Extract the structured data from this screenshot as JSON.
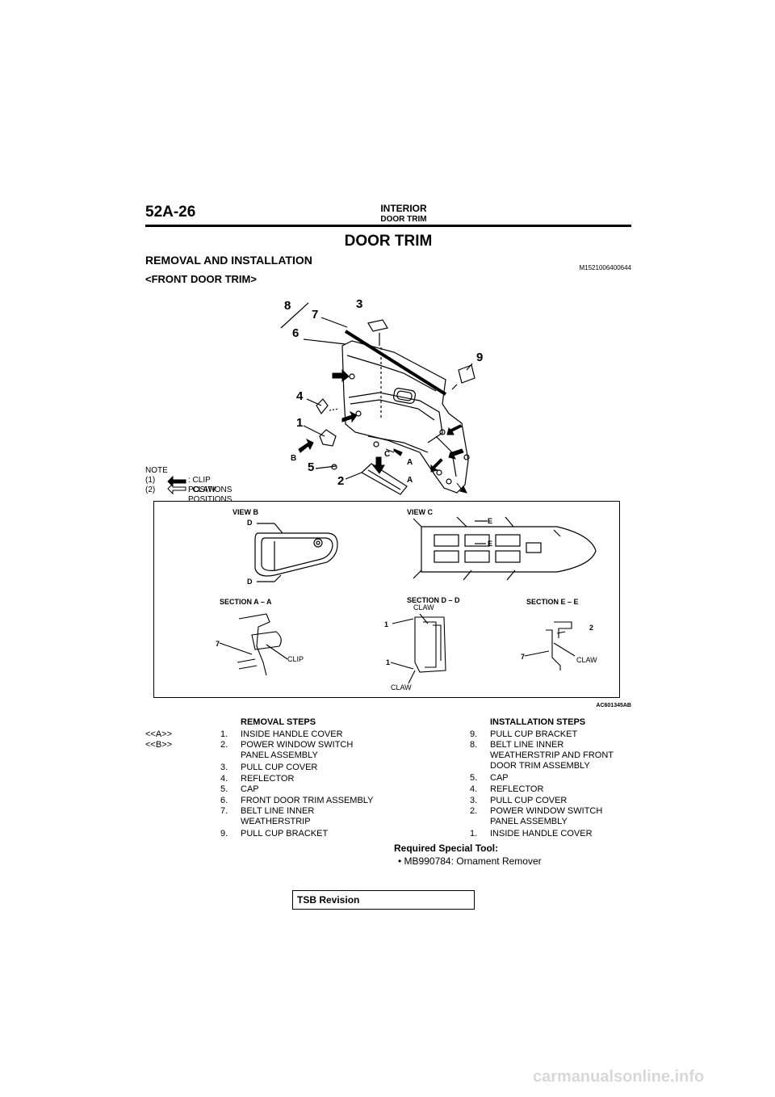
{
  "header": {
    "page_number": "52A-26",
    "group": "INTERIOR",
    "section": "DOOR TRIM"
  },
  "title": "DOOR TRIM",
  "subtitle": "REMOVAL AND INSTALLATION",
  "doc_id": "M1521006400644",
  "section_heading": "<FRONT DOOR TRIM>",
  "note": {
    "heading": "NOTE",
    "items": [
      {
        "num": "(1)",
        "text": ": CLIP POSITIONS"
      },
      {
        "num": "(2)",
        "text": ": CLAW POSITIONS"
      }
    ]
  },
  "figure": {
    "callouts": [
      "8",
      "7",
      "3",
      "6",
      "9",
      "4",
      "1",
      "B",
      "5",
      "C",
      "A",
      "2",
      "A"
    ],
    "view_b": "VIEW B",
    "view_c": "VIEW C",
    "section_aa": "SECTION A – A",
    "section_dd": "SECTION D – D",
    "section_ee": "SECTION E – E",
    "d": "D",
    "e": "E",
    "clip": "CLIP",
    "claw": "CLAW",
    "n1": "1",
    "n2": "2",
    "n7": "7",
    "code": "AC601345AB"
  },
  "removal": {
    "title": "REMOVAL STEPS",
    "marks": [
      "<<A>>",
      "<<B>>"
    ],
    "steps": [
      {
        "num": "1.",
        "text": "INSIDE HANDLE COVER"
      },
      {
        "num": "2.",
        "text": "POWER WINDOW SWITCH PANEL ASSEMBLY"
      },
      {
        "num": "3.",
        "text": "PULL CUP COVER"
      },
      {
        "num": "4.",
        "text": "REFLECTOR"
      },
      {
        "num": "5.",
        "text": "CAP"
      },
      {
        "num": "6.",
        "text": "FRONT DOOR TRIM ASSEMBLY"
      },
      {
        "num": "7.",
        "text": "BELT LINE INNER WEATHERSTRIP"
      },
      {
        "num": "9.",
        "text": "PULL CUP BRACKET"
      }
    ]
  },
  "installation": {
    "title": "INSTALLATION STEPS",
    "steps": [
      {
        "num": "9.",
        "text": "PULL CUP BRACKET"
      },
      {
        "num": "8.",
        "text": "BELT LINE INNER WEATHERSTRIP AND FRONT DOOR TRIM ASSEMBLY"
      },
      {
        "num": "5.",
        "text": "CAP"
      },
      {
        "num": "4.",
        "text": "REFLECTOR"
      },
      {
        "num": "3.",
        "text": "PULL CUP COVER"
      },
      {
        "num": "2.",
        "text": "POWER WINDOW SWITCH PANEL ASSEMBLY"
      },
      {
        "num": "1.",
        "text": "INSIDE HANDLE COVER"
      }
    ]
  },
  "tool": {
    "title": "Required Special Tool:",
    "item": "MB990784: Ornament Remover"
  },
  "tsb": "TSB Revision",
  "watermark": "carmanualsonline.info"
}
